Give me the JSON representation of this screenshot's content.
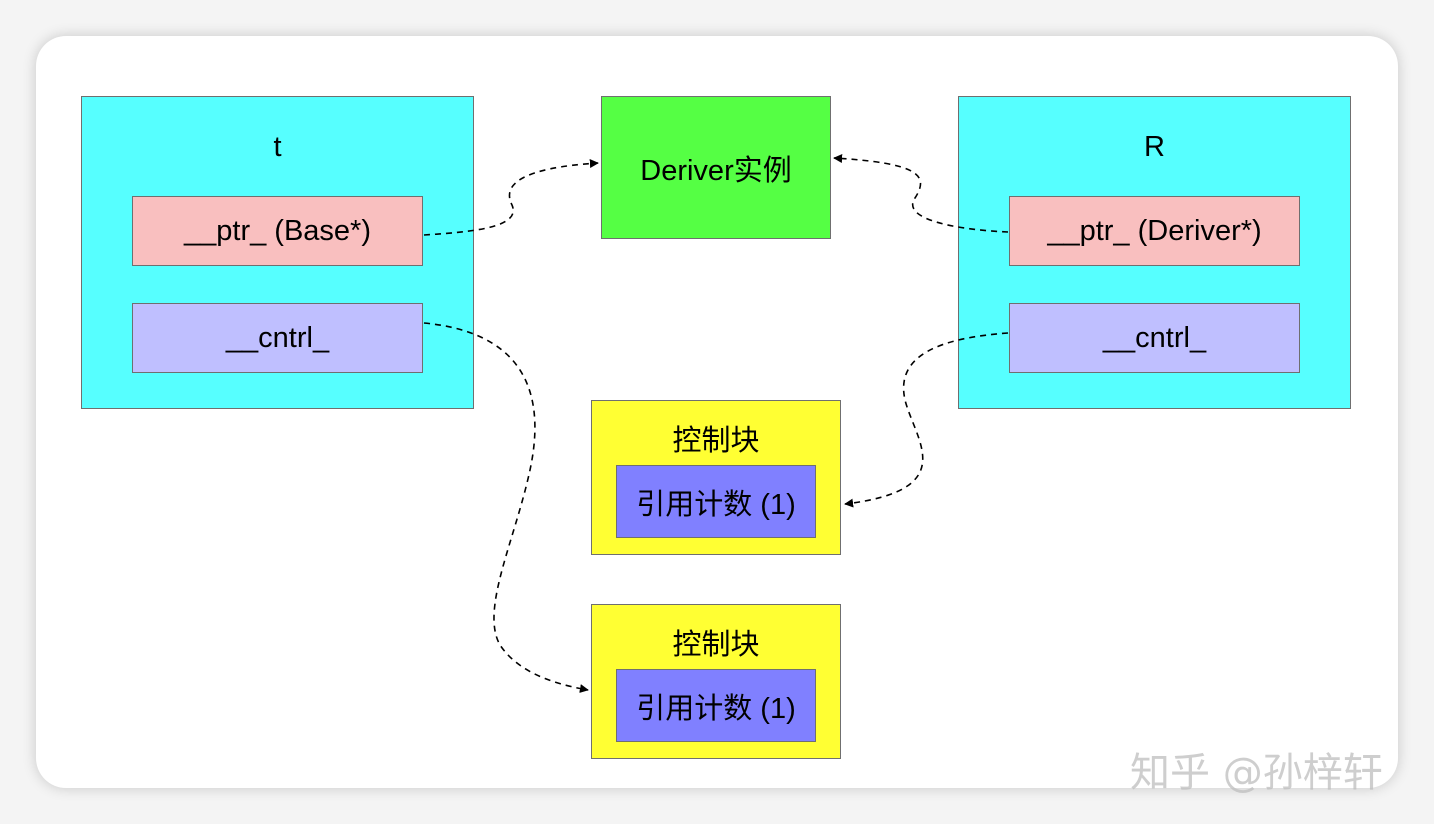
{
  "object_t": {
    "title": "t",
    "ptr_field": "__ptr_ (Base*)",
    "cntrl_field": "__cntrl_"
  },
  "object_r": {
    "title": "R",
    "ptr_field": "__ptr_ (Deriver*)",
    "cntrl_field": "__cntrl_"
  },
  "instance": {
    "label": "Deriver实例"
  },
  "control_blocks": [
    {
      "title": "控制块",
      "ref_count": "引用计数 (1)"
    },
    {
      "title": "控制块",
      "ref_count": "引用计数 (1)"
    }
  ],
  "colors": {
    "object": "#56ffff",
    "ptr_field": "#f9bfbf",
    "cntrl_field": "#bfbfff",
    "instance": "#55ff44",
    "control_block": "#ffff33",
    "ref_count": "#8080ff"
  },
  "watermark": "知乎 @孙梓轩"
}
